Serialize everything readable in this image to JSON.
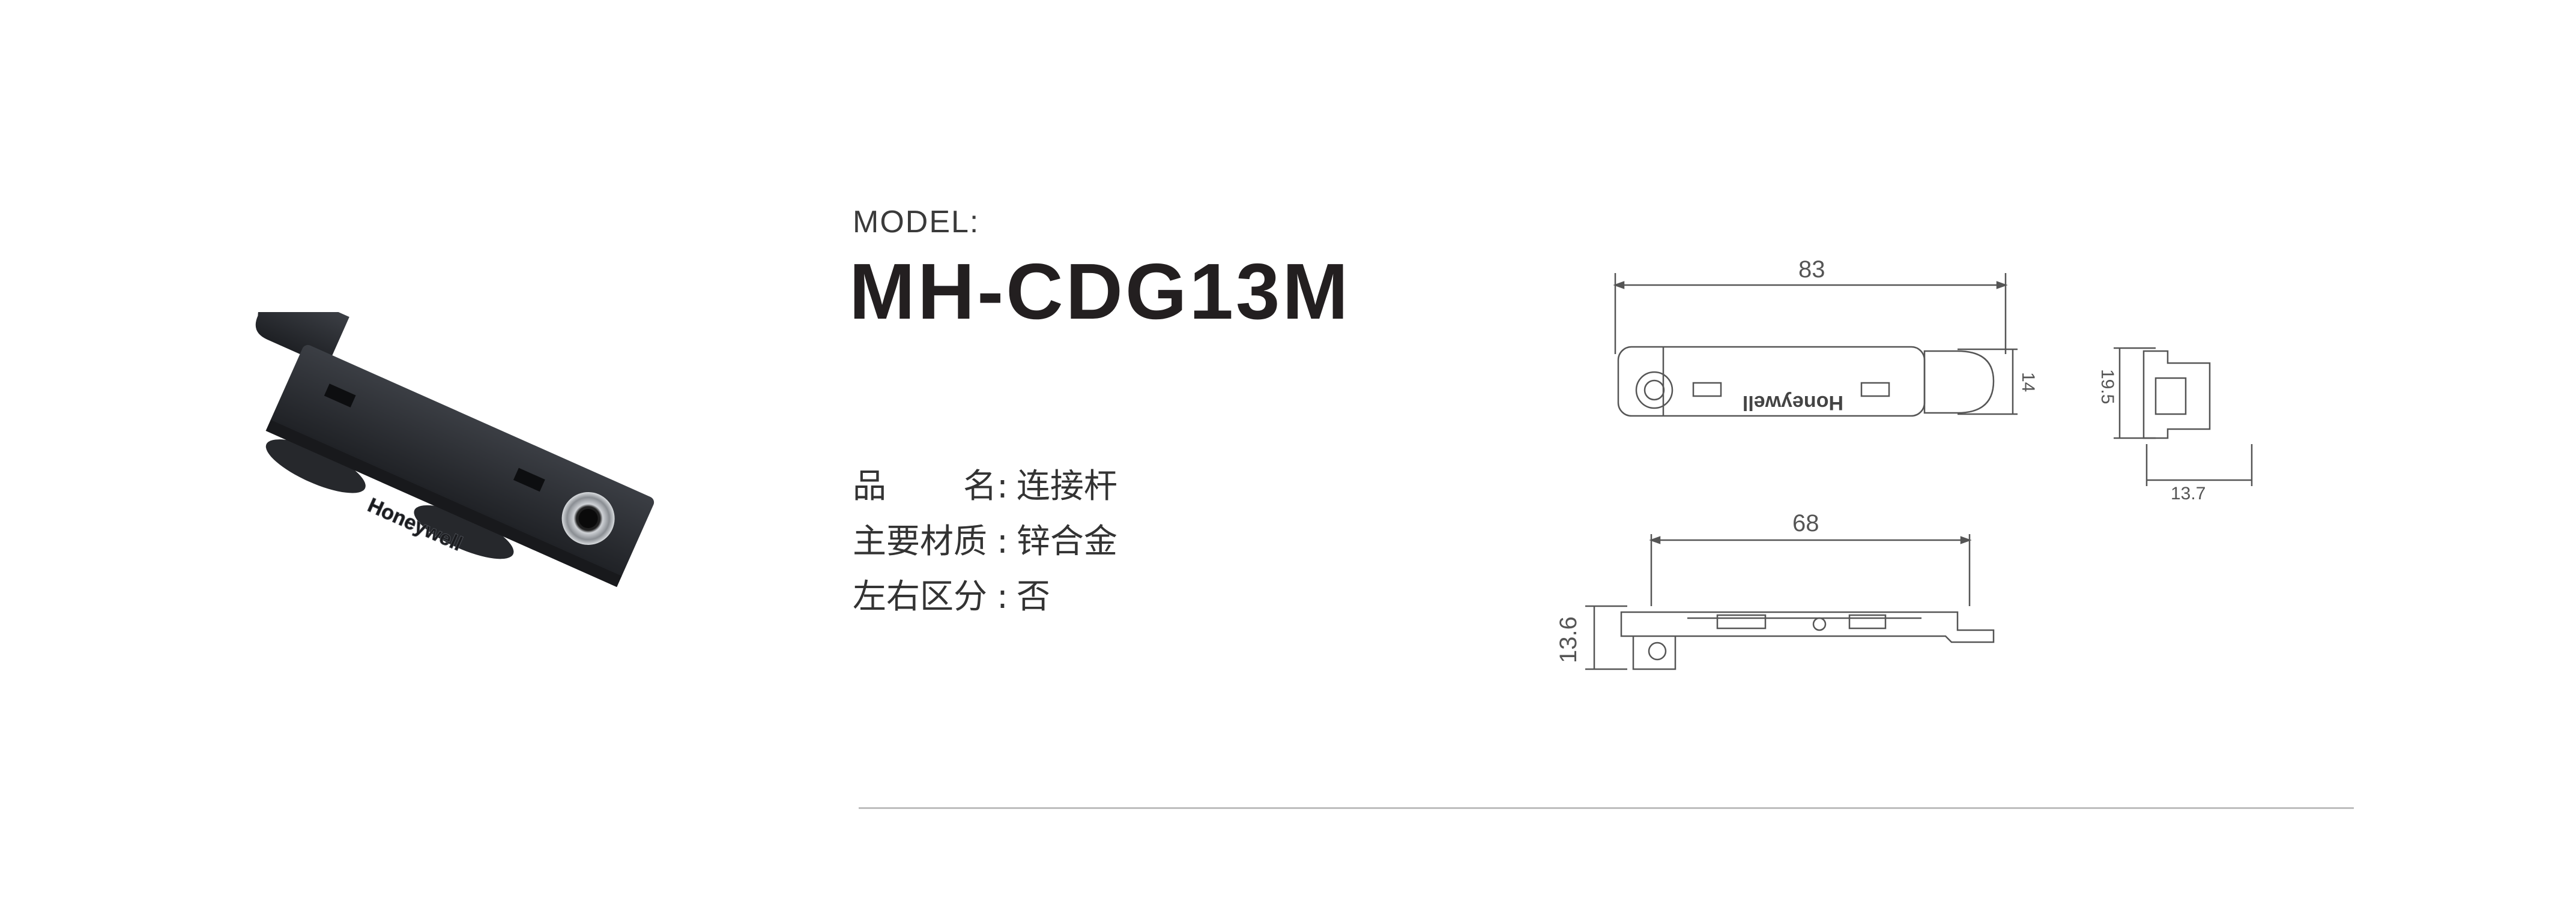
{
  "model": {
    "label": "MODEL:",
    "number": "MH-CDG13M"
  },
  "specs": [
    {
      "key_a": "品",
      "key_b": "名",
      "sep": ":",
      "value": "连接杆"
    },
    {
      "key": "主要材质",
      "sep": ":",
      "value": "锌合金"
    },
    {
      "key": "左右区分",
      "sep": ":",
      "value": "否"
    }
  ],
  "product": {
    "brand_mark": "Honeywell"
  },
  "drawings": {
    "top_view": {
      "width_dim": "83",
      "height_dim": "14",
      "brand_mark": "Honeywell"
    },
    "side_view": {
      "height_dim": "19.5",
      "depth_dim": "13.7"
    },
    "bottom_view": {
      "width_dim": "68",
      "height_dim": "13.6"
    }
  },
  "colors": {
    "text_dark": "#231f20",
    "line": "#555555",
    "divider": "#bdbdbd",
    "product_body": "#2a2c31"
  }
}
